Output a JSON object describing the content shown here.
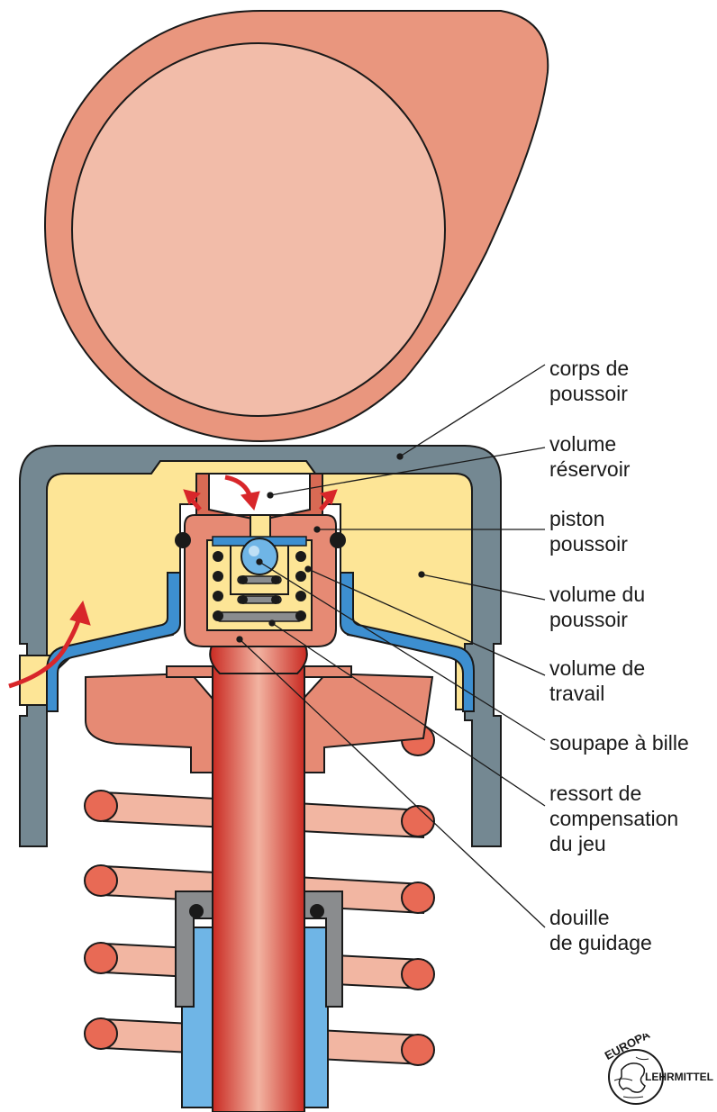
{
  "labels": {
    "corps": [
      "corps de",
      "poussoir"
    ],
    "reservoir": [
      "volume",
      "réservoir"
    ],
    "piston": [
      "piston",
      "poussoir"
    ],
    "volume_poussoir": [
      "volume du",
      "poussoir"
    ],
    "travail": [
      "volume de",
      "travail"
    ],
    "bille": [
      "soupape à bille"
    ],
    "ressort": [
      "ressort de",
      "compensation",
      "du jeu"
    ],
    "douille": [
      "douille",
      "de guidage"
    ]
  },
  "logo": {
    "top": "EUROPA",
    "bottom": "LEHRMITTEL"
  },
  "colors": {
    "cam_outer": "#e9967e",
    "cam_inner": "#f2bca9",
    "housing": "#748892",
    "oil": "#fde596",
    "blue": "#3d8fd0",
    "light_blue": "#6fb5e6",
    "piston": "#e68a74",
    "piston_dark": "#d86a54",
    "stem_dark": "#cc2f26",
    "spring": "#e86a55",
    "arrow": "#d8262a",
    "seal": "#8a8c8e"
  }
}
